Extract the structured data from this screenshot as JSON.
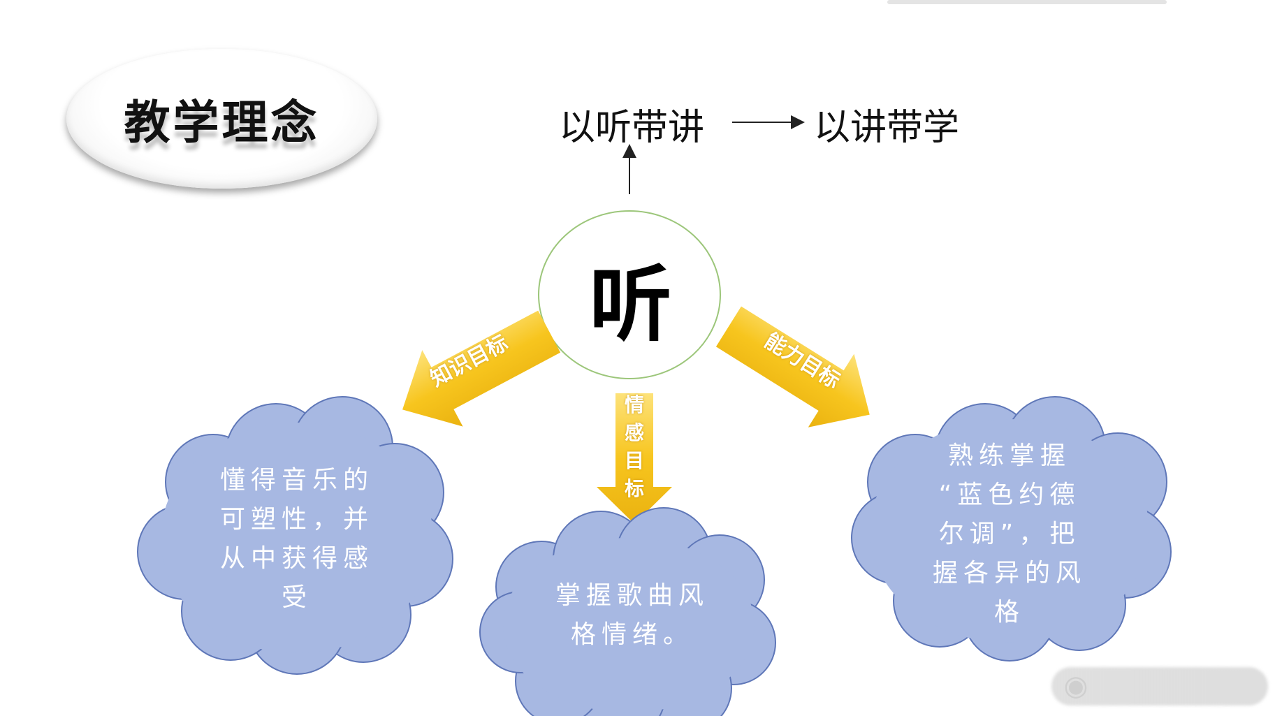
{
  "title": "教学理念",
  "flow": {
    "from": "以听带讲",
    "to": "以讲带学"
  },
  "center": {
    "label": "听"
  },
  "branches": [
    {
      "label": "知识目标",
      "goal": "懂得音乐的可塑性，并从中获得感受",
      "lines": [
        "懂得音乐的",
        "可塑性，并",
        "从中获得感",
        "受"
      ]
    },
    {
      "label": "情感目标",
      "goal": "掌握歌曲风格情绪。",
      "lines": [
        "掌握歌曲风",
        "格情绪。"
      ]
    },
    {
      "label": "能力目标",
      "goal": "熟练掌握“蓝色约德尔调”，把握各异的风格",
      "lines": [
        "熟练掌握",
        "“蓝色约德",
        "尔调”，把",
        "握各异的风",
        "格"
      ]
    }
  ],
  "colors": {
    "arrow_yellow": "#f7c51e",
    "cloud_blue": "#a7b8e2",
    "cloud_outline": "#5f77b8",
    "circle_outline": "#9cc67a"
  }
}
